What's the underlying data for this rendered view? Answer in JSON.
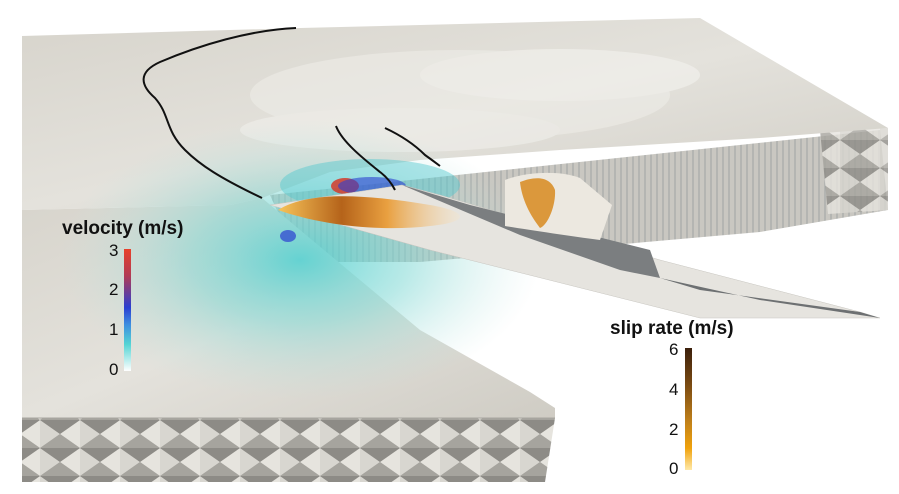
{
  "velocity_colorbar": {
    "title": "velocity (m/s)",
    "ticks": [
      "3",
      "2",
      "1",
      "0"
    ],
    "colors": [
      "#e8402a",
      "#9b3a6a",
      "#2a3fd1",
      "#3d8ee0",
      "#54d4d4",
      "#ffffff"
    ]
  },
  "sliprate_colorbar": {
    "title": "slip rate (m/s)",
    "ticks": [
      "6",
      "4",
      "2",
      "0"
    ],
    "colors": [
      "#3b1f0c",
      "#7a4a12",
      "#c0801a",
      "#f0a20c",
      "#ffe9a8"
    ]
  },
  "scene": {
    "ground_color": "#dcd9d1",
    "mesh_color": "#bcbab4",
    "fault_color": "#7b7e80",
    "trace_color": "#111111"
  }
}
